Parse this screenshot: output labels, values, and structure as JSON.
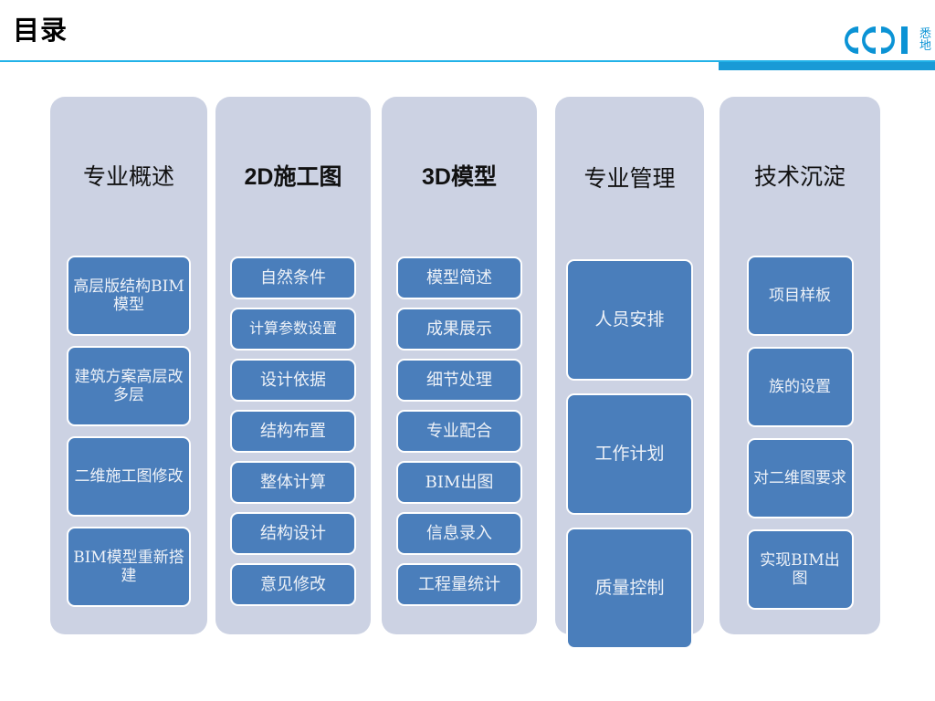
{
  "header": {
    "title": "目录",
    "rule_color": "#22b2e8",
    "accent_bar_color": "#199ad6"
  },
  "logo": {
    "mark_name": "ccdi-logo",
    "mark_text": "CCDI",
    "cn_line_1": "悉",
    "cn_line_2": "地",
    "color": "#0b93d5"
  },
  "theme": {
    "column_bg": "#ccd2e3",
    "item_bg": "#4a7ebb",
    "item_border": "#ffffff",
    "item_text": "#eef2f8",
    "title_text": "#111111",
    "page_bg": "#ffffff"
  },
  "columns": [
    {
      "title": "专业概述",
      "items": [
        "高层版结构BIM模型",
        "建筑方案高层改多层",
        "二维施工图修改",
        "BIM模型重新搭建"
      ]
    },
    {
      "title": "2D施工图",
      "items": [
        "自然条件",
        "计算参数设置",
        "设计依据",
        "结构布置",
        "整体计算",
        "结构设计",
        "意见修改"
      ]
    },
    {
      "title": "3D模型",
      "items": [
        "模型简述",
        "成果展示",
        "细节处理",
        "专业配合",
        "BIM出图",
        "信息录入",
        "工程量统计"
      ]
    },
    {
      "title": "专业管理",
      "items": [
        "人员安排",
        "工作计划",
        "质量控制"
      ]
    },
    {
      "title": "技术沉淀",
      "items": [
        "项目样板",
        "族的设置",
        "对二维图要求",
        "实现BIM出图"
      ]
    }
  ]
}
